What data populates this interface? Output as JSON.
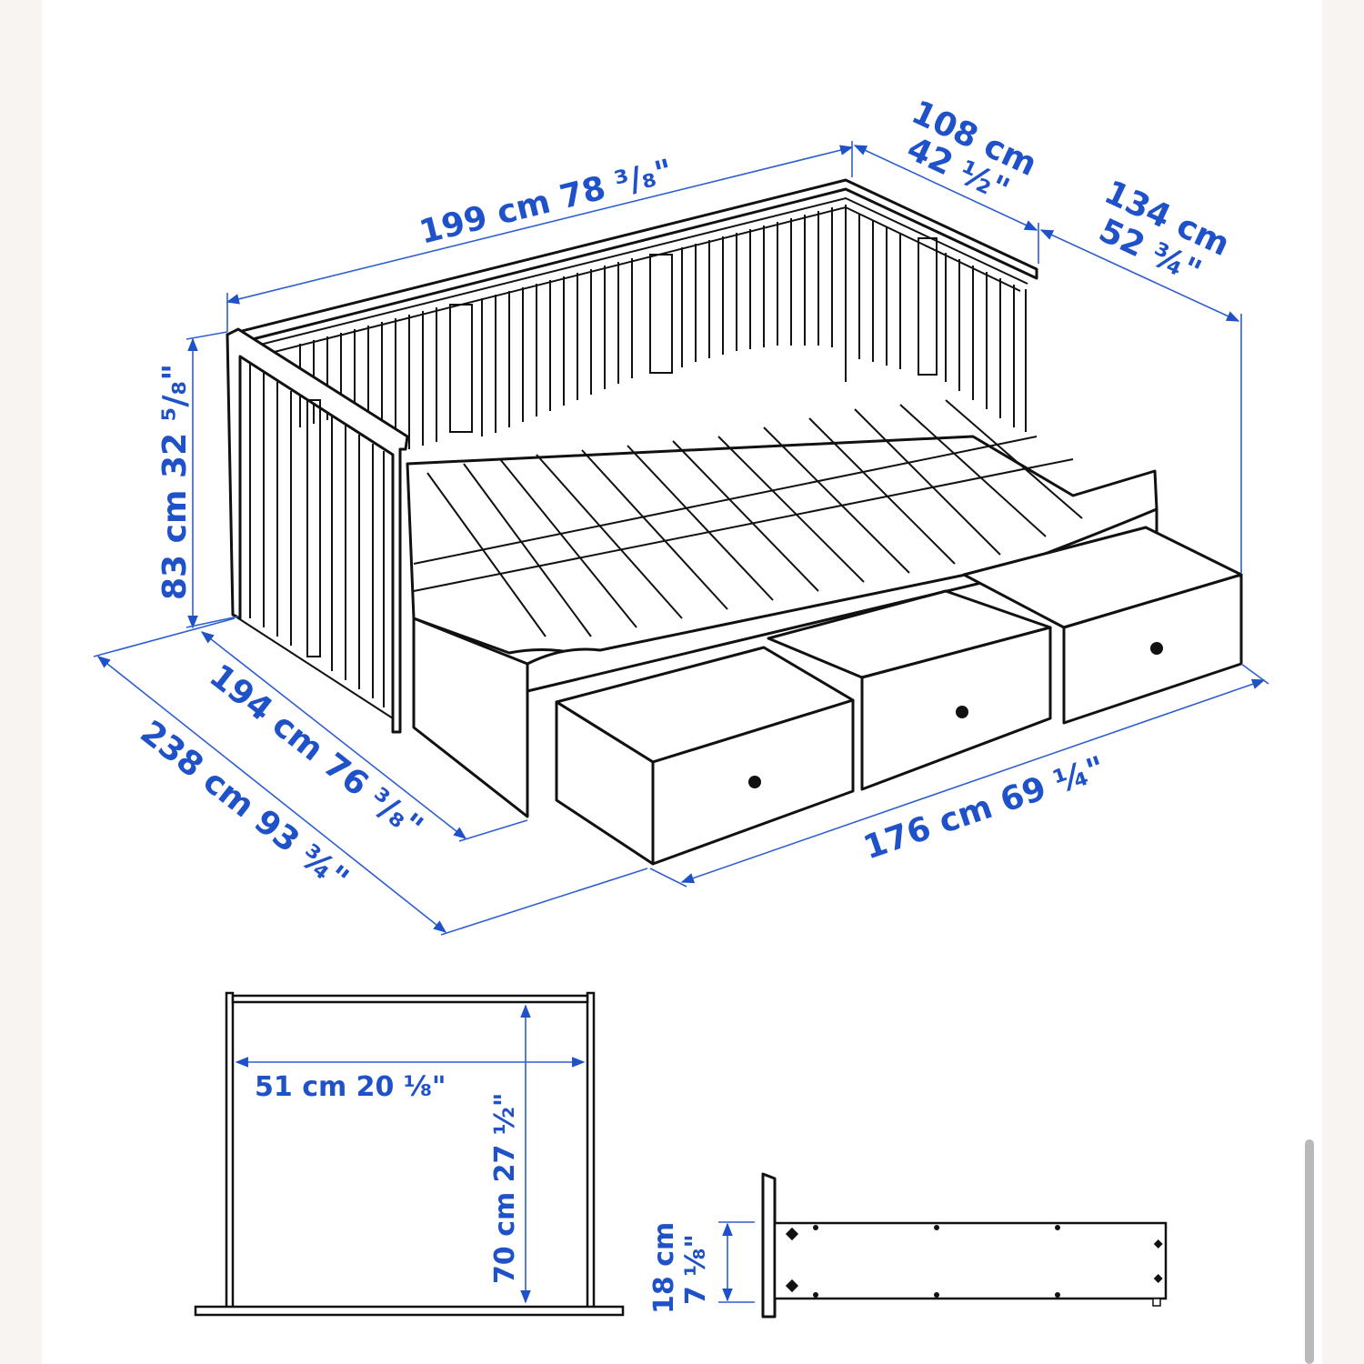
{
  "diagram": {
    "title": "Daybed frame with 3 drawers – dimensions",
    "dimension_color": "#1f52c9",
    "main_view": {
      "top_length": {
        "cm": "199 cm",
        "in": "78",
        "frac": "3/8",
        "unit": "\""
      },
      "armrest_depth": {
        "cm": "108 cm",
        "in": "42",
        "frac": "1/2",
        "unit": "\""
      },
      "extended_depth": {
        "cm": "134 cm",
        "in": "52",
        "frac": "3/4",
        "unit": "\""
      },
      "height": {
        "cm": "83 cm",
        "in": "32",
        "frac": "5/8",
        "unit": "\""
      },
      "inner_length": {
        "cm": "194 cm",
        "in": "76",
        "frac": "3/8",
        "unit": "\""
      },
      "overall_length": {
        "cm": "238 cm",
        "in": "93",
        "frac": "3/4",
        "unit": "\""
      },
      "extension_width": {
        "cm": "176 cm",
        "in": "69",
        "frac": "1/4",
        "unit": "\""
      }
    },
    "drawer_top_view": {
      "width": {
        "cm": "51 cm",
        "in": "20",
        "frac": "1/8",
        "unit": "\""
      },
      "depth": {
        "cm": "70 cm",
        "in": "27",
        "frac": "1/2",
        "unit": "\""
      }
    },
    "drawer_side_view": {
      "height": {
        "cm": "18 cm",
        "in": "7",
        "frac": "1/8",
        "unit": "\""
      }
    }
  },
  "labels": {
    "top_length": "199 cm 78 ³/₈\"",
    "armrest_cm": "108 cm",
    "armrest_in": "42 ½\"",
    "extended_cm": "134 cm",
    "extended_in": "52 ¾\"",
    "height": "83 cm 32 ⁵/₈\"",
    "inner_length": "194 cm 76 ³/₈\"",
    "overall_length": "238 cm 93 ¾\"",
    "extension_width": "176 cm 69 ¼\"",
    "drawer_width": "51 cm 20 ⅛\"",
    "drawer_depth": "70 cm 27 ½\"",
    "drawer_height_cm": "18 cm",
    "drawer_height_in": "7 ⅛\""
  }
}
